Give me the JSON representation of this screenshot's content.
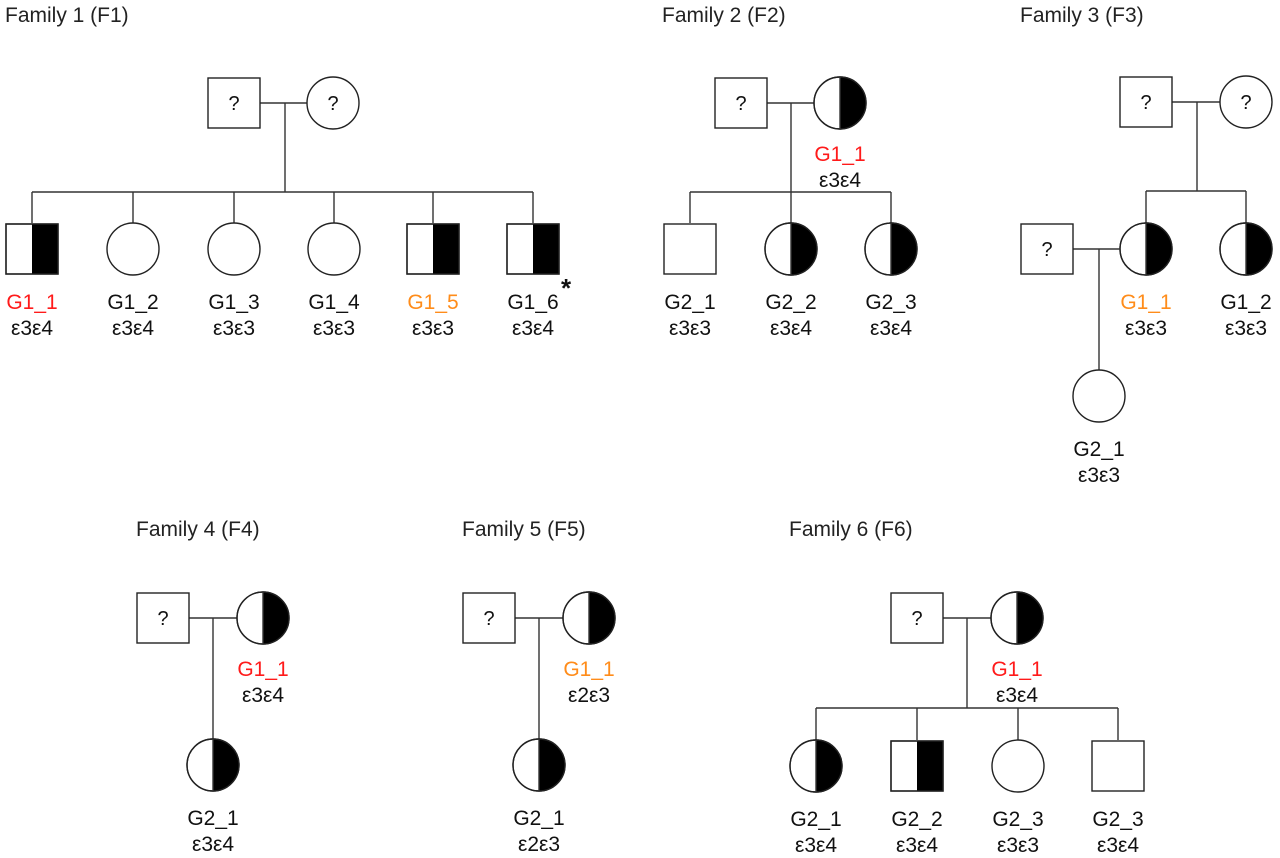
{
  "figure": {
    "colors": {
      "black": "#111111",
      "red": "#ff1a1a",
      "orange": "#ff8c1a",
      "affected_fill": "#000000"
    },
    "legend_semantics": {
      "half_filled": "carrier",
      "question_mark": "unknown status",
      "asterisk": "annotated individual"
    }
  },
  "families": [
    {
      "id": "F1",
      "title": "Family 1 (F1)",
      "parents": [
        {
          "sex": "male",
          "status": "unknown",
          "mark": "?"
        },
        {
          "sex": "female",
          "status": "unknown",
          "mark": "?"
        }
      ],
      "children": [
        {
          "id": "G1_1",
          "sex": "male",
          "status": "half",
          "genotype": "ε3ε4",
          "label_color": "red"
        },
        {
          "id": "G1_2",
          "sex": "female",
          "status": "unaffected",
          "genotype": "ε3ε4",
          "label_color": "black"
        },
        {
          "id": "G1_3",
          "sex": "female",
          "status": "unaffected",
          "genotype": "ε3ε3",
          "label_color": "black"
        },
        {
          "id": "G1_4",
          "sex": "female",
          "status": "unaffected",
          "genotype": "ε3ε3",
          "label_color": "black"
        },
        {
          "id": "G1_5",
          "sex": "male",
          "status": "half",
          "genotype": "ε3ε3",
          "label_color": "orange"
        },
        {
          "id": "G1_6",
          "sex": "male",
          "status": "half",
          "genotype": "ε3ε4",
          "label_color": "black",
          "note": "*"
        }
      ]
    },
    {
      "id": "F2",
      "title": "Family 2 (F2)",
      "parents": [
        {
          "sex": "male",
          "status": "unknown",
          "mark": "?"
        },
        {
          "sex": "female",
          "status": "half",
          "id": "G1_1",
          "genotype": "ε3ε4",
          "label_color": "red"
        }
      ],
      "children": [
        {
          "id": "G2_1",
          "sex": "male",
          "status": "unaffected",
          "genotype": "ε3ε3",
          "label_color": "black"
        },
        {
          "id": "G2_2",
          "sex": "female",
          "status": "half",
          "genotype": "ε3ε4",
          "label_color": "black"
        },
        {
          "id": "G2_3",
          "sex": "female",
          "status": "half",
          "genotype": "ε3ε4",
          "label_color": "black"
        }
      ]
    },
    {
      "id": "F3",
      "title": "Family 3 (F3)",
      "parents": [
        {
          "sex": "male",
          "status": "unknown",
          "mark": "?"
        },
        {
          "sex": "female",
          "status": "unknown",
          "mark": "?"
        }
      ],
      "children": [
        {
          "id": "G1_1",
          "sex": "female",
          "status": "half",
          "genotype": "ε3ε3",
          "label_color": "orange"
        },
        {
          "id": "G1_2",
          "sex": "female",
          "status": "half",
          "genotype": "ε3ε3",
          "label_color": "black"
        }
      ],
      "spouse_of_G1_1": {
        "sex": "male",
        "status": "unknown",
        "mark": "?"
      },
      "grandchildren": [
        {
          "id": "G2_1",
          "sex": "female",
          "status": "unaffected",
          "genotype": "ε3ε3",
          "label_color": "black"
        }
      ]
    },
    {
      "id": "F4",
      "title": "Family 4 (F4)",
      "parents": [
        {
          "sex": "male",
          "status": "unknown",
          "mark": "?"
        },
        {
          "sex": "female",
          "status": "half",
          "id": "G1_1",
          "genotype": "ε3ε4",
          "label_color": "red"
        }
      ],
      "children": [
        {
          "id": "G2_1",
          "sex": "female",
          "status": "half",
          "genotype": "ε3ε4",
          "label_color": "black"
        }
      ]
    },
    {
      "id": "F5",
      "title": "Family 5 (F5)",
      "parents": [
        {
          "sex": "male",
          "status": "unknown",
          "mark": "?"
        },
        {
          "sex": "female",
          "status": "half",
          "id": "G1_1",
          "genotype": "ε2ε3",
          "label_color": "orange"
        }
      ],
      "children": [
        {
          "id": "G2_1",
          "sex": "female",
          "status": "half",
          "genotype": "ε2ε3",
          "label_color": "black"
        }
      ]
    },
    {
      "id": "F6",
      "title": "Family 6 (F6)",
      "parents": [
        {
          "sex": "male",
          "status": "unknown",
          "mark": "?"
        },
        {
          "sex": "female",
          "status": "half",
          "id": "G1_1",
          "genotype": "ε3ε4",
          "label_color": "red"
        }
      ],
      "children": [
        {
          "id": "G2_1",
          "sex": "female",
          "status": "half",
          "genotype": "ε3ε4",
          "label_color": "black"
        },
        {
          "id": "G2_2",
          "sex": "male",
          "status": "half",
          "genotype": "ε3ε4",
          "label_color": "black"
        },
        {
          "id": "G2_3",
          "sex": "female",
          "status": "unaffected",
          "genotype": "ε3ε3",
          "label_color": "black"
        },
        {
          "id": "G2_3",
          "sex": "male",
          "status": "unaffected",
          "genotype": "ε3ε4",
          "label_color": "black"
        }
      ]
    }
  ]
}
